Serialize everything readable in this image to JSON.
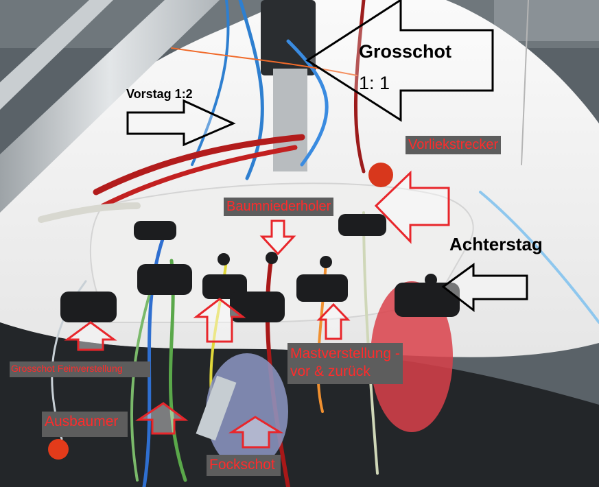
{
  "labels": {
    "grosschot": "Grosschot",
    "grosschot_ratio": "1: 1",
    "vorstag": "Vorstag 1:2",
    "vorliekstrecker": "Vorliekstrecker",
    "baumniederholer": "Baumniederholer",
    "achterstag": "Achterstag",
    "grosschot_fein": "Grosschot Feinverstellung",
    "mastverstellung": "Mastverstellung -\nvor & zurück",
    "ausbaumer": "Ausbaumer",
    "fockschot": "Fockschot"
  },
  "colors": {
    "label_box": "#5d5d5d",
    "label_text_red": "#ff2b2b",
    "arrow_red": "#e8262b",
    "arrow_black": "#000000",
    "deck": "#f4f4f3"
  }
}
